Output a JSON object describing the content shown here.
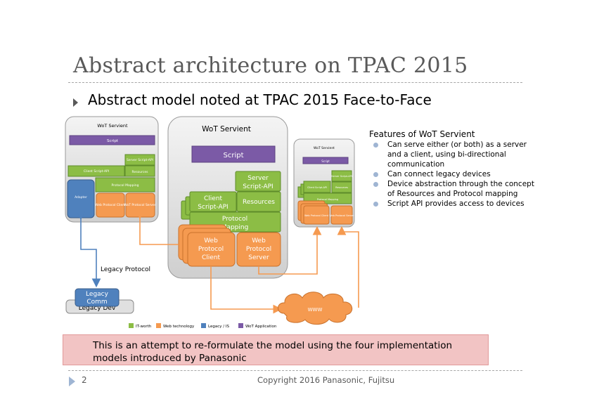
{
  "slide": {
    "title": "Abstract architecture on TPAC 2015",
    "subtitle": "Abstract model noted at TPAC 2015 Face-to-Face",
    "page_number": "2",
    "copyright": "Copyright 2016 Panasonic, Fujitsu"
  },
  "diagram": {
    "left_box": {
      "title": "WoT Servient",
      "script": "Script",
      "server_api": "Server Script-API",
      "client_api": "Client Script-API",
      "resources": "Resources",
      "protocol_mapping": "Protocol Mapping",
      "adapter": "Adapter",
      "web_client": "Web Protocol Client",
      "web_server": "WoT Protocol Server"
    },
    "center_box": {
      "title": "WoT Servient",
      "script": "Script",
      "server_api_line1": "Server",
      "server_api_line2": "Script-API",
      "client_api_line1": "Client",
      "client_api_line2": "Script-API",
      "resources": "Resources",
      "protocol_mapping_line1": "Protocol",
      "protocol_mapping_line2": "Mapping",
      "web_client_line1": "Web",
      "web_client_line2": "Protocol",
      "web_client_line3": "Client",
      "web_server_line1": "Web",
      "web_server_line2": "Protocol",
      "web_server_line3": "Server"
    },
    "right_box": {
      "title": "WoT Servient",
      "script": "Script",
      "server_api": "Server Script-API",
      "client_api": "Client Script-API",
      "resources": "Resources",
      "protocol_mapping": "Protocol Mapping",
      "web_client": "Web Protocol Client",
      "web_server": "Web Protocol Server"
    },
    "legacy_protocol": "Legacy Protocol",
    "legacy_comm_line1": "Legacy",
    "legacy_comm_line2": "Comm",
    "legacy_dev": "Legacy Dev",
    "www": "WWW",
    "legend": [
      {
        "label": "IT-worth",
        "color": "#8cbd45"
      },
      {
        "label": "Web technology",
        "color": "#f59a50"
      },
      {
        "label": "Legacy / IS",
        "color": "#4f81bd"
      },
      {
        "label": "WoT Application",
        "color": "#7b5aa6"
      }
    ],
    "colors": {
      "green": "#8cbd45",
      "orange": "#f59a50",
      "blue": "#4f81bd",
      "purple": "#7b5aa6",
      "gray": "#d9d9d9"
    }
  },
  "features": {
    "heading": "Features of WoT Servient",
    "items": [
      "Can serve either (or both) as a server and a client, using bi-directional communication",
      "Can connect legacy devices",
      "Device abstraction through the concept of Resources and Protocol mapping",
      "Script API provides access to devices"
    ]
  },
  "note": "This is an attempt to re-formulate the model using the four implementation models introduced by Panasonic"
}
